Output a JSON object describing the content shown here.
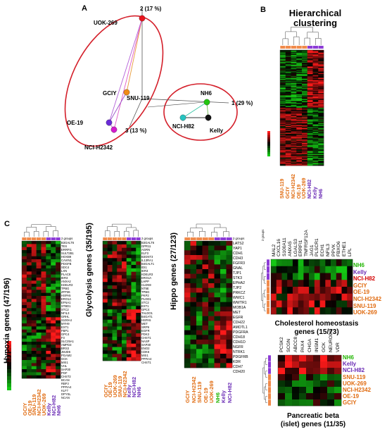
{
  "panels": {
    "a": "A",
    "b": "B",
    "c": "C"
  },
  "pca": {
    "axes": {
      "pc1": "1 (29 %)",
      "pc2": "2 (17 %)",
      "pc3": "3 (13 %)"
    },
    "points": [
      {
        "name": "UOK-269",
        "color": "#e8141d"
      },
      {
        "name": "GCIY",
        "color": "#f08c16"
      },
      {
        "name": "SNU-119",
        "color": "#e8960f"
      },
      {
        "name": "OE-19",
        "color": "#6a2bd8"
      },
      {
        "name": "NCI-H2342",
        "color": "#d51acd"
      },
      {
        "name": "NH6",
        "color": "#21c60f"
      },
      {
        "name": "NCI-H82",
        "color": "#26c3c0"
      },
      {
        "name": "Kelly",
        "color": "#111111"
      }
    ]
  },
  "hier": {
    "title_line1": "Hierarchical",
    "title_line2": "clustering",
    "columns": [
      {
        "name": "SNU-119",
        "color": "#e06b10"
      },
      {
        "name": "GCIY",
        "color": "#e06b10"
      },
      {
        "name": "NCI-H2342",
        "color": "#e06b10"
      },
      {
        "name": "OE-19",
        "color": "#e06b10"
      },
      {
        "name": "UOK-269",
        "color": "#e06b10"
      },
      {
        "name": "NCI-H82",
        "color": "#6a2bb5"
      },
      {
        "name": "Kelly",
        "color": "#6a2bb5"
      },
      {
        "name": "NH6",
        "color": "#6a2bb5"
      }
    ]
  },
  "heatmaps": [
    {
      "title": "Hypoxia genes (47/196)",
      "groups_label": "2 groups",
      "genes": [
        "B3GALT6",
        "TES",
        "ERRFI1",
        "SULT2B1",
        "HOXB9",
        "CAVIN1",
        "PDGFB",
        "SDC4",
        "LXN",
        "PLAC8",
        "IER3",
        "ANXA2",
        "KDELR3",
        "TPBG",
        "ZFP36",
        "HSPA5",
        "ERO1A",
        "EFNA1",
        "STBD1",
        "STC2",
        "NFIL3",
        "GRHL",
        "S100A4",
        "MYH9",
        "EXT1",
        "FBP1",
        "GPC4",
        "F3",
        "SLC25A1",
        "AMPD3",
        "BRS3",
        "JMJD6",
        "PGAM2",
        "GCK",
        "MXI1",
        "VHL",
        "SAP30",
        "PGF",
        "CHST2",
        "BCAN",
        "RBPJ",
        "PPFIA4",
        "KLF7",
        "DPYSL",
        "NCAN"
      ],
      "columns": [
        {
          "name": "GCIY",
          "color": "#e06b10"
        },
        {
          "name": "OE-19",
          "color": "#e06b10"
        },
        {
          "name": "SNU-119",
          "color": "#e06b10"
        },
        {
          "name": "NCI-H2342",
          "color": "#e06b10"
        },
        {
          "name": "UOK-269",
          "color": "#e06b10"
        },
        {
          "name": "Kelly",
          "color": "#6a2bb5"
        },
        {
          "name": "NCI-H82",
          "color": "#6a2bb5"
        },
        {
          "name": "NH6",
          "color": "#6a2bb5"
        }
      ]
    },
    {
      "title": "Glycolysis genes (35/195)",
      "groups_label": "2 groups",
      "genes": [
        "B3GALT6",
        "GPR11",
        "AGRN",
        "ELF3",
        "B3GNT3",
        "IL13RA1",
        "B4GALT1",
        "IDI1",
        "IER3",
        "KDELR3",
        "ERO1A",
        "LHPP",
        "CLDN9",
        "NT5E",
        "TPBG",
        "PKP2",
        "PLOD1",
        "STC2",
        "EXT1",
        "GPC4",
        "TALDO1",
        "B4GAT1",
        "HSPA5",
        "MET",
        "SRP9",
        "EGFR",
        "PDK3",
        "CHST1",
        "NASP",
        "SAP30",
        "ENO2",
        "CDK6",
        "MXI1",
        "PPFIA4",
        "CHST1"
      ],
      "columns": [
        {
          "name": "GCIY",
          "color": "#e06b10"
        },
        {
          "name": "OE-19",
          "color": "#e06b10"
        },
        {
          "name": "UOK-269",
          "color": "#e06b10"
        },
        {
          "name": "SNU-119",
          "color": "#e06b10"
        },
        {
          "name": "NCI-H2342",
          "color": "#e06b10"
        },
        {
          "name": "Kelly",
          "color": "#6a2bb5"
        },
        {
          "name": "NCI-H82",
          "color": "#6a2bb5"
        },
        {
          "name": "NH6",
          "color": "#6a2bb5"
        }
      ]
    },
    {
      "title": "Hippo genes (27/123)",
      "groups_label": "2 groups",
      "genes": [
        "LATS2",
        "YAP1",
        "CDH1",
        "CDH3",
        "FGFR3",
        "GNAL",
        "TJP1",
        "STK3",
        "EPHA2",
        "TJP2",
        "PRKCZ",
        "WWC1",
        "WWTR1",
        "MOB1A",
        "MET",
        "EGFR",
        "CDH22",
        "AMOTL1",
        "PDGFRA",
        "CDH18",
        "CDH1D",
        "NGFR",
        "NTRK1",
        "PDGFRB",
        "KDR",
        "CDH7",
        "CDH20"
      ],
      "columns": [
        {
          "name": "GCIY",
          "color": "#e06b10"
        },
        {
          "name": "NCI-H2342",
          "color": "#e06b10"
        },
        {
          "name": "SNU-119",
          "color": "#e06b10"
        },
        {
          "name": "OE-19",
          "color": "#e06b10"
        },
        {
          "name": "UOK-269",
          "color": "#e06b10"
        },
        {
          "name": "NH6",
          "color": "#1fb500"
        },
        {
          "name": "Kelly",
          "color": "#6a2bb5"
        },
        {
          "name": "NCI-H82",
          "color": "#6a2bb5"
        }
      ]
    }
  ],
  "cholesterol": {
    "title_line1": "Cholesterol homeostasis",
    "title_line2": "genes (15/73)",
    "groups_label": "2 groups",
    "genes": [
      "MAL2",
      "CXCL16",
      "S100A11",
      "ANXA5",
      "LGALS3",
      "ERRFI1",
      "TNFRSF12A",
      "JAG1",
      "PLSCR1",
      "ECH1",
      "NFIL3",
      "PPVK",
      "FBXO6",
      "ETHE1",
      "LPL"
    ],
    "rows": [
      {
        "name": "NH6",
        "color": "#1fb500"
      },
      {
        "name": "Kelly",
        "color": "#6a2bb5"
      },
      {
        "name": "NCI-H82",
        "color": "#d40000"
      },
      {
        "name": "GCIY",
        "color": "#e06b10"
      },
      {
        "name": "OE-19",
        "color": "#e06b10"
      },
      {
        "name": "NCI-H2342",
        "color": "#e06b10"
      },
      {
        "name": "SNU-119",
        "color": "#e06b10"
      },
      {
        "name": "UOK-269",
        "color": "#e06b10"
      }
    ]
  },
  "pancreatic": {
    "title_line1": "Pancreatic beta",
    "title_line2": "(islet) genes (11/35)",
    "genes": [
      "PCSK2",
      "SCGN",
      "ABCC8",
      "PAX4",
      "CHGA",
      "INSM1",
      "GCK",
      "NEUROD1",
      "VDR"
    ],
    "rows": [
      {
        "name": "NH6",
        "color": "#1fb500"
      },
      {
        "name": "Kelly",
        "color": "#6a2bb5"
      },
      {
        "name": "NCI-H82",
        "color": "#6a2bb5"
      },
      {
        "name": "SNU-119",
        "color": "#e06b10"
      },
      {
        "name": "UOK-269",
        "color": "#e06b10"
      },
      {
        "name": "NCI-H2342",
        "color": "#e06b10"
      },
      {
        "name": "OE-19",
        "color": "#e06b10"
      },
      {
        "name": "GCIY",
        "color": "#e06b10"
      }
    ]
  },
  "colors": {
    "hi": "#ff1a1a",
    "lo": "#14c814",
    "mid": "#000000",
    "group_orange": "#f08a4b",
    "group_purple": "#8c3bd6",
    "ellipse": "#d41f2a"
  }
}
